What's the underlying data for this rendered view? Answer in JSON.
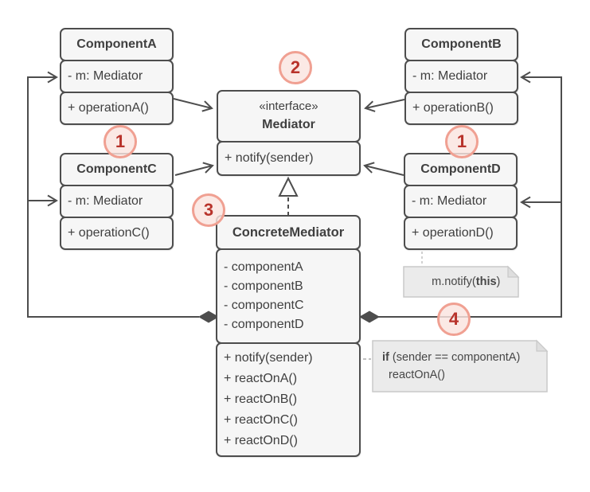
{
  "classes": {
    "componentA": {
      "title": "ComponentA",
      "attr": "- m: Mediator",
      "method": "+ operationA()"
    },
    "componentB": {
      "title": "ComponentB",
      "attr": "- m: Mediator",
      "method": "+ operationB()"
    },
    "componentC": {
      "title": "ComponentC",
      "attr": "- m: Mediator",
      "method": "+ operationC()"
    },
    "componentD": {
      "title": "ComponentD",
      "attr": "- m: Mediator",
      "method": "+ operationD()"
    },
    "mediator": {
      "stereotype": "«interface»",
      "title": "Mediator",
      "method": "+ notify(sender)"
    },
    "concreteMediator": {
      "title": "ConcreteMediator",
      "attrs": [
        "- componentA",
        "- componentB",
        "- componentC",
        "- componentD"
      ],
      "methods": [
        "+ notify(sender)",
        "+ reactOnA()",
        "+ reactOnB()",
        "+ reactOnC()",
        "+ reactOnD()"
      ]
    }
  },
  "notes": {
    "notify": {
      "pre": "m.notify(",
      "bold": "this",
      "post": ")"
    },
    "condition": {
      "bold": "if",
      "rest": " (sender == componentA)",
      "line2": "  reactOnA()"
    }
  },
  "badges": {
    "one_left": "1",
    "two": "2",
    "one_right": "1",
    "three": "3",
    "four": "4"
  },
  "colors": {
    "line": "#4d4d4d",
    "box_fill": "#f6f6f6",
    "box_border": "#4d4d4d",
    "note_fill": "#ebebeb",
    "note_border": "#c9c9c9",
    "badge_border": "#f0a092",
    "badge_fill": "#fae4df",
    "badge_text": "#b8332b"
  }
}
